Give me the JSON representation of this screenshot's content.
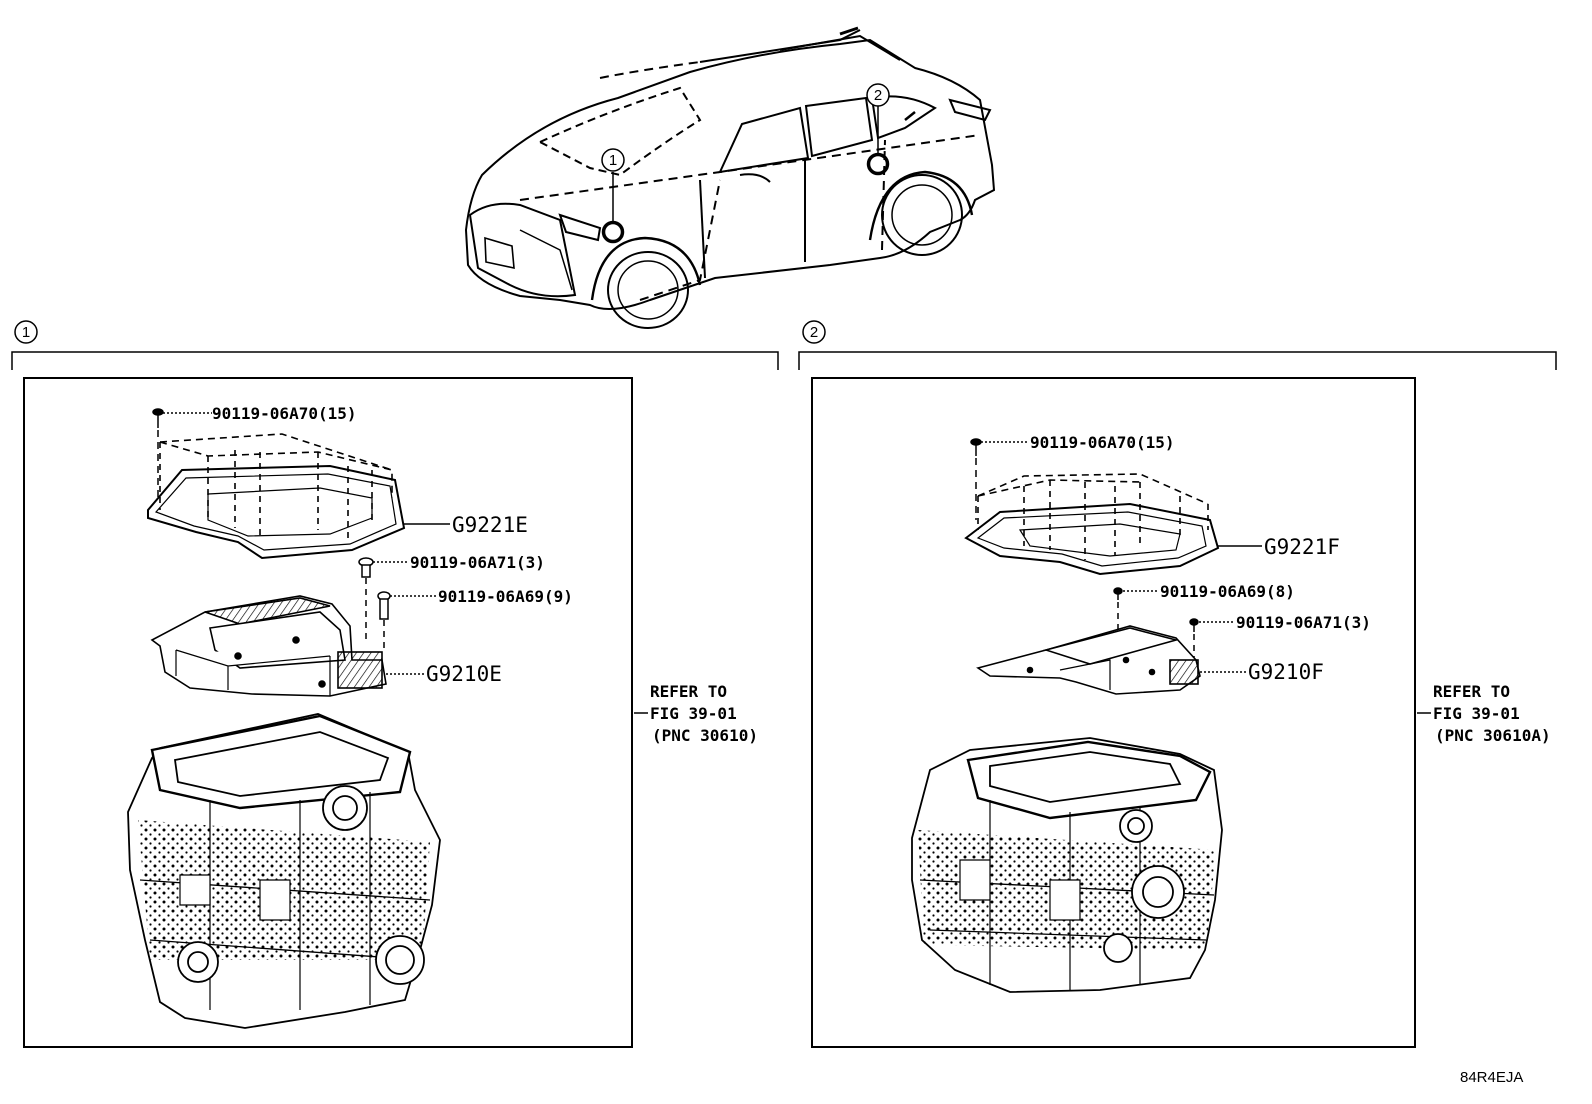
{
  "vehicle": {
    "locations": [
      {
        "marker": "1"
      },
      {
        "marker": "2"
      }
    ]
  },
  "sections": [
    {
      "marker": "1",
      "parts": [
        {
          "part_number": "90119-06A70(15)",
          "item": "bolt"
        },
        {
          "part_number": "G9221E",
          "item": "cover"
        },
        {
          "part_number": "90119-06A71(3)",
          "item": "bolt"
        },
        {
          "part_number": "90119-06A69(9)",
          "item": "bolt"
        },
        {
          "part_number": "G9210E",
          "item": "module"
        }
      ],
      "reference": {
        "line1": "REFER TO",
        "line2": "FIG 39-01",
        "line3": "(PNC 30610)"
      }
    },
    {
      "marker": "2",
      "parts": [
        {
          "part_number": "90119-06A70(15)",
          "item": "bolt"
        },
        {
          "part_number": "G9221F",
          "item": "cover"
        },
        {
          "part_number": "90119-06A69(8)",
          "item": "bolt"
        },
        {
          "part_number": "90119-06A71(3)",
          "item": "bolt"
        },
        {
          "part_number": "G9210F",
          "item": "module"
        }
      ],
      "reference": {
        "line1": "REFER TO",
        "line2": "FIG 39-01",
        "line3": "(PNC 30610A)"
      }
    }
  ],
  "illustration_code": "84R4EJA",
  "colors": {
    "ink": "#000000",
    "paper": "#ffffff"
  }
}
